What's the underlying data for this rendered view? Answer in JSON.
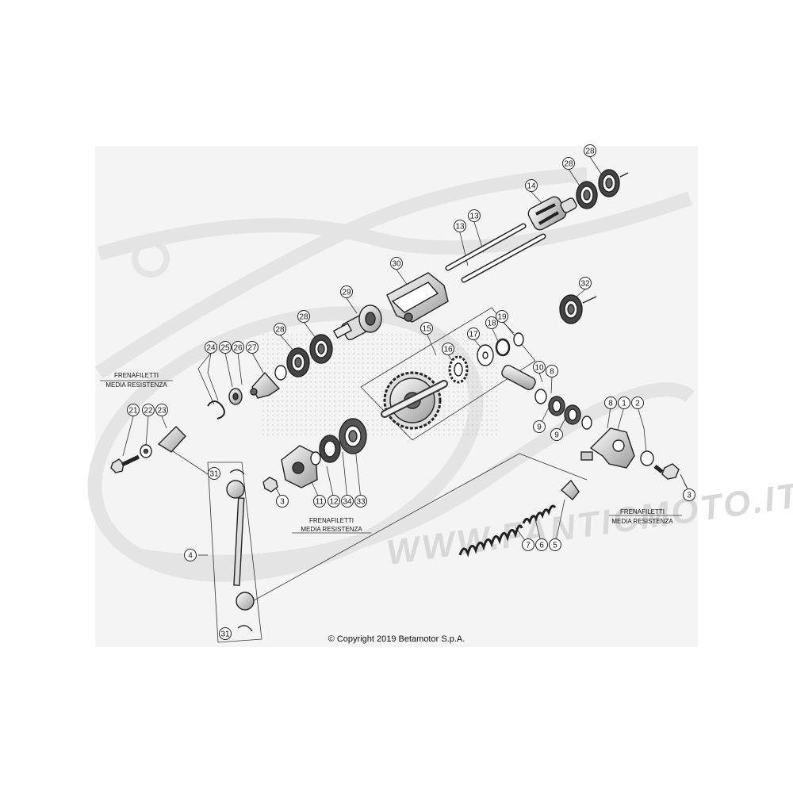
{
  "watermark": {
    "text": "WWW.FANTICMOTO.IT"
  },
  "notes": [
    {
      "id": "note-left",
      "line1": "FRENAFILETTI",
      "line2": "MEDIA RESISTENZA"
    },
    {
      "id": "note-center",
      "line1": "FRENAFILETTI",
      "line2": "MEDIA RESISTENZA"
    },
    {
      "id": "note-right",
      "line1": "FRENAFILETTI",
      "line2": "MEDIA RESISTENZA"
    }
  ],
  "callouts": [
    "28",
    "28",
    "14",
    "13",
    "13",
    "30",
    "32",
    "29",
    "28",
    "28",
    "24",
    "25",
    "26",
    "27",
    "15",
    "16",
    "17",
    "18",
    "19",
    "10",
    "8",
    "21",
    "22",
    "23",
    "9",
    "9",
    "8",
    "1",
    "2",
    "31",
    "3",
    "11",
    "12",
    "34",
    "33",
    "3",
    "4",
    "7",
    "6",
    "5",
    "31"
  ],
  "copyright": "© Copyright 2019 Betamotor S.p.A."
}
